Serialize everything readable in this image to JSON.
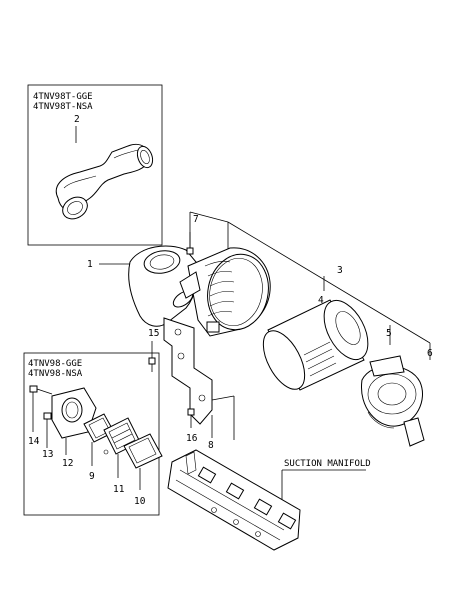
{
  "inset_top": {
    "line1": "4TNV98T-GGE",
    "line2": "4TNV98T-NSA",
    "callout": "2"
  },
  "inset_bottom": {
    "line1": "4TNV98-GGE",
    "line2": "4TNV98-NSA"
  },
  "manifold_label": "SUCTION MANIFOLD",
  "callouts": {
    "c1": "1",
    "c3": "3",
    "c4": "4",
    "c5": "5",
    "c6": "6",
    "c7": "7",
    "c8": "8",
    "c9": "9",
    "c10": "10",
    "c11": "11",
    "c12": "12",
    "c13": "13",
    "c14": "14",
    "c15": "15",
    "c16": "16"
  }
}
